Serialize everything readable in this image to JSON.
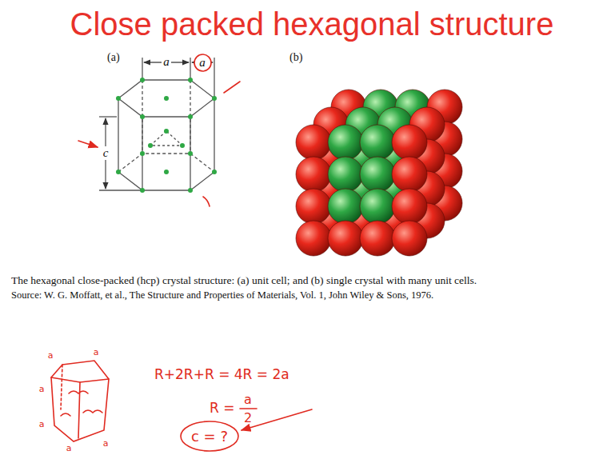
{
  "diagram": {
    "title": "Close packed hexagonal structure",
    "caption": "The hexagonal close-packed (hcp) crystal structure: (a) unit cell; and (b) single crystal with many unit cells.",
    "nodes": [
      {
        "text": [
          "a"
        ]
      },
      {
        "text": [
          "c = ?"
        ]
      }
    ],
    "labels": [
      "(a)",
      "(b)",
      "a",
      "c",
      "Source: W. G. Moffatt, et al., The Structure and Properties of Materials, Vol. 1, John Wiley & Sons, 1976.",
      "R+2R+R = 4R = 2a",
      "R =",
      "a",
      "2",
      "a",
      "a",
      "a",
      "a",
      "a",
      "a"
    ]
  }
}
